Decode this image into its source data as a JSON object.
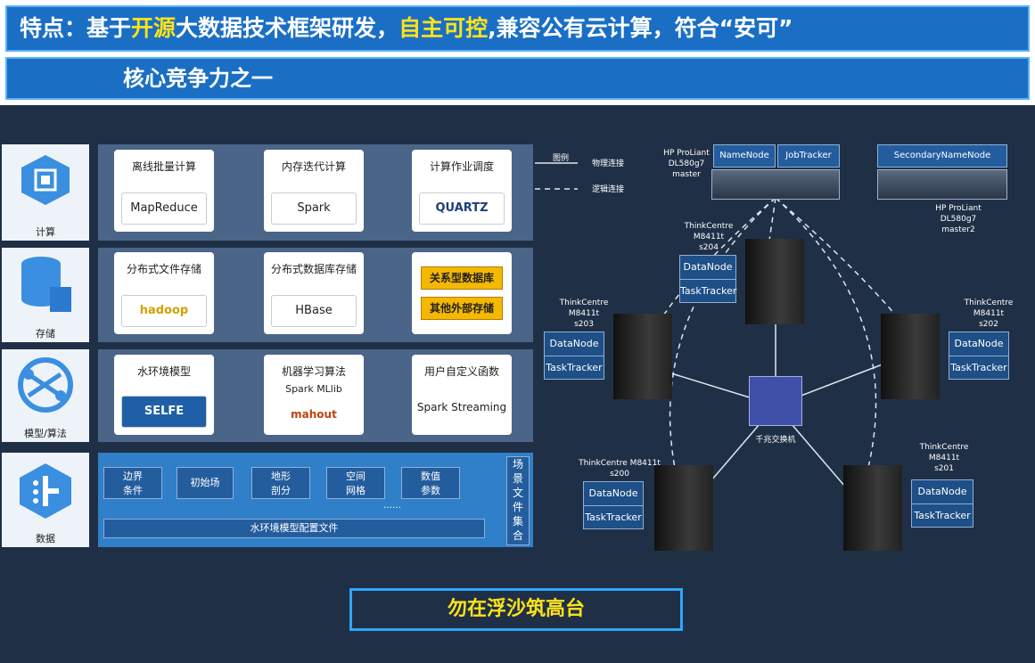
{
  "banner": {
    "prefix": "特点：",
    "part1": "基于",
    "hl1": "开源",
    "part2": "大数据技术框架研发，",
    "hl2": "自主可控",
    "part3": ",兼容公有云计算，符合“安可”",
    "subtitle": "核心竞争力之一"
  },
  "layers": [
    {
      "label": "计算",
      "icon": "chip-icon"
    },
    {
      "label": "存储",
      "icon": "database-icon"
    },
    {
      "label": "模型/算法",
      "icon": "network-icon"
    },
    {
      "label": "数据",
      "icon": "data-icon"
    }
  ],
  "compute": [
    {
      "title": "离线批量计算",
      "logo": "MapReduce"
    },
    {
      "title": "内存迭代计算",
      "logo": "Spark"
    },
    {
      "title": "计算作业调度",
      "logo": "QUARTZ"
    }
  ],
  "storage": [
    {
      "title": "分布式文件存储",
      "logo": "hadoop"
    },
    {
      "title": "分布式数据库存储",
      "logo": "HBase"
    },
    {
      "buttons": [
        "关系型数据库",
        "其他外部存储"
      ]
    }
  ],
  "model": [
    {
      "title": "水环境模型",
      "logo": "SELFE"
    },
    {
      "title": "机器学习算法",
      "logo1": "Spark MLlib",
      "logo2": "mahout"
    },
    {
      "title": "用户自定义函数",
      "logo": "Spark Streaming"
    }
  ],
  "data_layer": {
    "items": [
      "边界\n条件",
      "初始场",
      "地形\n剖分",
      "空间\n网格",
      "数值\n参数"
    ],
    "ellipsis": "……",
    "config": "水环境模型配置文件",
    "side": "场\n景\n文\n件\n集\n合"
  },
  "legend": {
    "title": "图例",
    "physical": "物理连接",
    "logical": "逻辑连接"
  },
  "cluster": {
    "master": {
      "name": "HP ProLiant\nDL580g7\nmaster",
      "roles": [
        "NameNode",
        "JobTracker"
      ]
    },
    "master2": {
      "name": "HP ProLiant\nDL580g7\nmaster2",
      "roles": [
        "SecondaryNameNode"
      ]
    },
    "switch": "千兆交换机",
    "nodes": [
      {
        "name": "ThinkCentre\nM8411t\ns204",
        "roles": [
          "DataNode",
          "TaskTracker"
        ]
      },
      {
        "name": "ThinkCentre\nM8411t\ns203",
        "roles": [
          "DataNode",
          "TaskTracker"
        ]
      },
      {
        "name": "ThinkCentre\nM8411t\ns202",
        "roles": [
          "DataNode",
          "TaskTracker"
        ]
      },
      {
        "name": "ThinkCentre M8411t\ns200",
        "roles": [
          "DataNode",
          "TaskTracker"
        ]
      },
      {
        "name": "ThinkCentre\nM8411t\ns201",
        "roles": [
          "DataNode",
          "TaskTracker"
        ]
      }
    ]
  },
  "footer": "勿在浮沙筑高台",
  "colors": {
    "accent": "#ffe21a",
    "banner": "#1a6fc4",
    "panel": "#1f3046"
  }
}
